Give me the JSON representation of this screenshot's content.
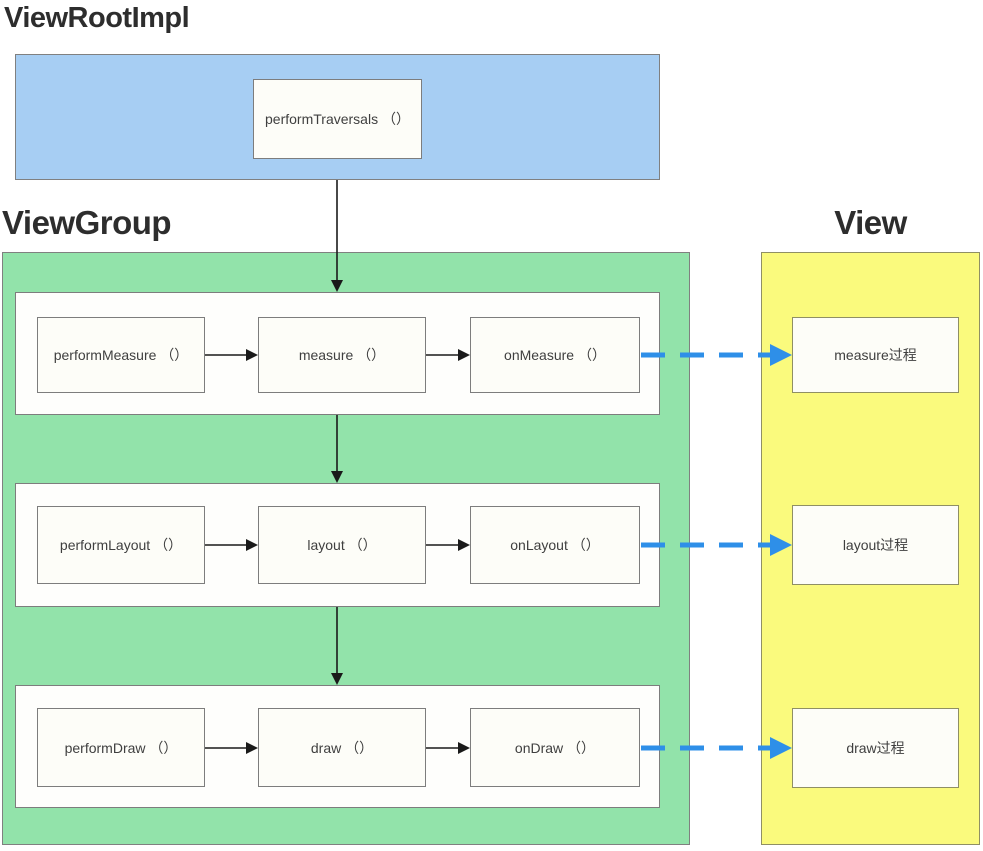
{
  "titles": {
    "viewrootimpl": "ViewRootImpl",
    "viewgroup": "ViewGroup",
    "view": "View"
  },
  "viewrootimpl": {
    "nodes": [
      {
        "label": "performTraversals （）"
      }
    ]
  },
  "viewgroup": {
    "rows": [
      {
        "nodes": [
          {
            "label": "performMeasure （）"
          },
          {
            "label": "measure （）"
          },
          {
            "label": "onMeasure （）"
          }
        ]
      },
      {
        "nodes": [
          {
            "label": "performLayout （）"
          },
          {
            "label": "layout （）"
          },
          {
            "label": "onLayout （）"
          }
        ]
      },
      {
        "nodes": [
          {
            "label": "performDraw （）"
          },
          {
            "label": "draw （）"
          },
          {
            "label": "onDraw （）"
          }
        ]
      }
    ]
  },
  "view": {
    "nodes": [
      {
        "label": "measure过程"
      },
      {
        "label": "layout过程"
      },
      {
        "label": "draw过程"
      }
    ]
  },
  "colors": {
    "viewrootimpl_fill": "#a7cef3",
    "viewgroup_fill": "#92e3aa",
    "view_fill": "#fafa7d",
    "flow_arrow": "#1a1a1a",
    "cross_arrow": "#2e8fe8",
    "box_border": "#7d7d7d"
  }
}
